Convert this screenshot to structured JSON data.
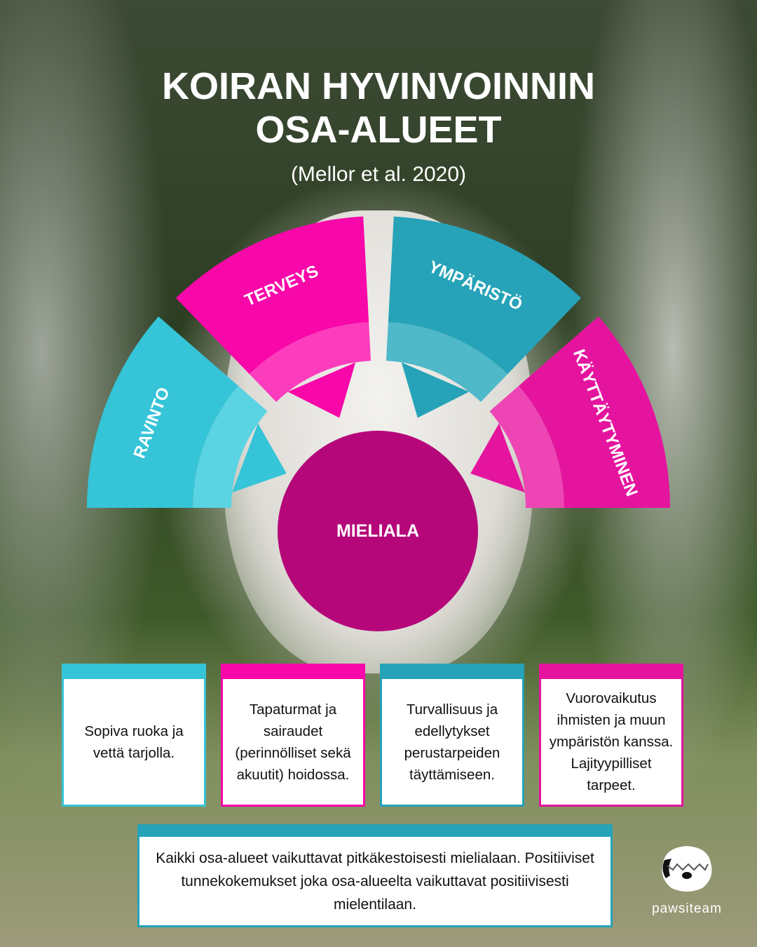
{
  "title_lines": [
    "KOIRAN HYVINVOINNIN",
    "OSA-ALUEET"
  ],
  "subtitle": "(Mellor et al. 2020)",
  "segments": [
    {
      "label": "RAVINTO",
      "color": "#35c4d8",
      "light": "#5ad3e2"
    },
    {
      "label": "TERVEYS",
      "color": "#f807a9",
      "light": "#fb3cbd"
    },
    {
      "label": "YMPÄRISTÖ",
      "color": "#26a3b8",
      "light": "#4fb8c9"
    },
    {
      "label": "KÄYTTÄYTYMINEN",
      "color": "#e5149f",
      "light": "#ee45b5"
    }
  ],
  "center_label": "MIELIALA",
  "boxes": [
    {
      "text": "Sopiva ruoka ja vettä tarjolla.",
      "color": "#35c4d8"
    },
    {
      "text": "Tapaturmat ja sairaudet (perinnölliset sekä akuutit) hoidossa.",
      "color": "#f807a9"
    },
    {
      "text": "Turvallisuus ja edellytykset perustarpeiden täyttämiseen.",
      "color": "#26a3b8"
    },
    {
      "text": "Vuorovaikutus ihmisten ja muun ympäristön kanssa. Lajityypilliset tarpeet.",
      "color": "#e5149f"
    }
  ],
  "summary": "Kaikki osa-alueet vaikuttavat pitkäkestoisesti mielialaan. Positiiviset tunnekokemukset joka osa-alueelta vaikuttavat positiivisesti mielentilaan.",
  "logo": {
    "name": "pawsiteam"
  }
}
